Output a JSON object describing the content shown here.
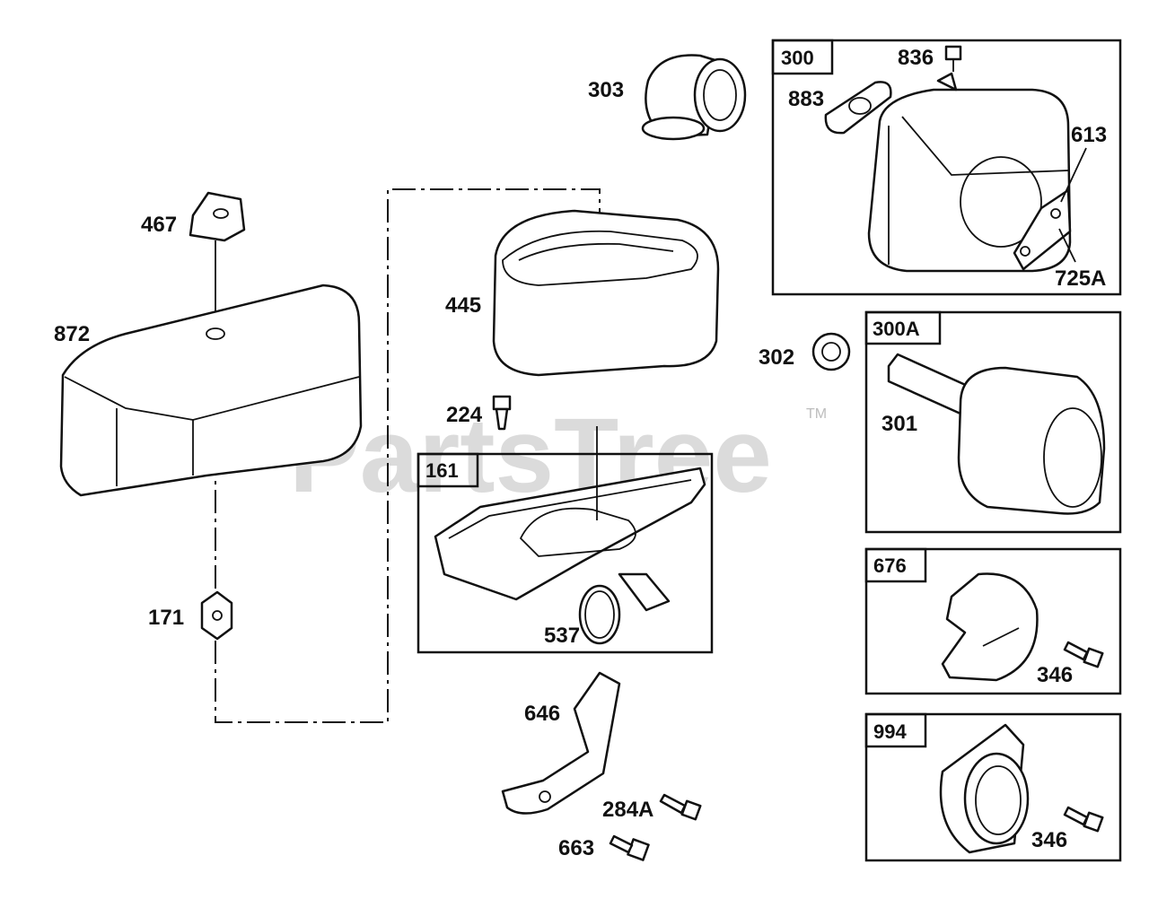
{
  "watermark": {
    "text": "PartsTree",
    "trademark": "TM"
  },
  "callouts": {
    "p303": "303",
    "p836": "836",
    "p883": "883",
    "p613": "613",
    "p725A": "725A",
    "p467": "467",
    "p872": "872",
    "p445": "445",
    "p224": "224",
    "p302": "302",
    "p301": "301",
    "p171": "171",
    "p537": "537",
    "p646": "646",
    "p284A": "284A",
    "p663": "663",
    "p346a": "346",
    "p346b": "346"
  },
  "assemblies": {
    "a300": "300",
    "a300A": "300A",
    "a161": "161",
    "a676": "676",
    "a994": "994"
  }
}
